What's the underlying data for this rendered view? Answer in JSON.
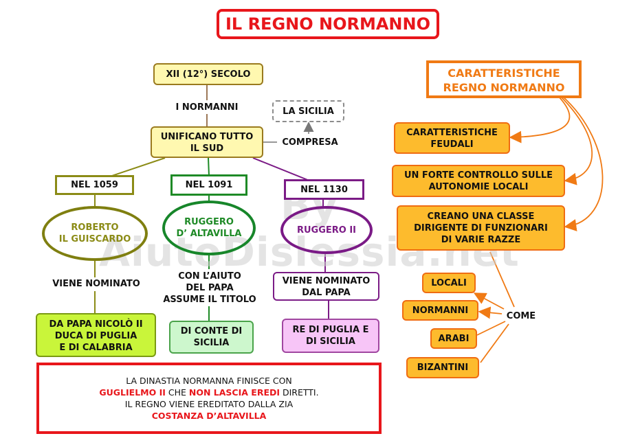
{
  "title": "IL REGNO NORMANNO",
  "watermark": "By AiutoDislessia.net",
  "center": {
    "century": "XII (12°) SECOLO",
    "normans": "I NORMANNI",
    "unify": [
      "UNIFICANO TUTTO",
      "IL SUD"
    ],
    "included": "COMPRESA",
    "sicily": "LA SICILIA"
  },
  "branches": [
    {
      "year": "NEL 1059",
      "person": [
        "ROBERTO",
        "IL GUISCARDO"
      ],
      "action": "VIENE NOMINATO",
      "result": [
        "DA PAPA NICOLÒ II",
        "DUCA DI PUGLIA",
        "E DI CALABRIA"
      ]
    },
    {
      "year": "NEL 1091",
      "person": [
        "RUGGERO",
        "D’ ALTAVILLA"
      ],
      "action": [
        "CON L’AIUTO",
        "DEL PAPA",
        "ASSUME IL TITOLO"
      ],
      "result": [
        "DI CONTE DI",
        "SICILIA"
      ]
    },
    {
      "year": "NEL 1130",
      "person": [
        "RUGGERO II"
      ],
      "action": [
        "VIENE NOMINATO",
        "DAL PAPA"
      ],
      "result": [
        "RE DI PUGLIA E",
        "DI SICILIA"
      ]
    }
  ],
  "features": {
    "title": [
      "CARATTERISTICHE",
      "REGNO NORMANNO"
    ],
    "items": [
      [
        "CARATTERISTICHE",
        "FEUDALI"
      ],
      [
        "UN FORTE CONTROLLO SULLE",
        "AUTONOMIE LOCALI"
      ],
      [
        "CREANO UNA CLASSE",
        "DIRIGENTE DI FUNZIONARI",
        "DI VARIE RAZZE"
      ]
    ],
    "come": "COME",
    "races": [
      "LOCALI",
      "NORMANNI",
      "ARABI",
      "BIZANTINI"
    ]
  },
  "ending": {
    "line1": "LA DINASTIA NORMANNA FINISCE CON",
    "line2_a": "GUGLIELMO II",
    "line2_b": " CHE ",
    "line2_c": "NON LASCIA EREDI",
    "line2_d": " DIRETTI.",
    "line3": "IL  REGNO VIENE EREDITATO DALLA ZIA",
    "line4": "COSTANZA D’ALTAVILLA"
  },
  "colors": {
    "red": "#e8161b",
    "olive": "#8b8b16",
    "green": "#1e8a26",
    "purple": "#7b1b86",
    "orange": "#f07a14"
  }
}
